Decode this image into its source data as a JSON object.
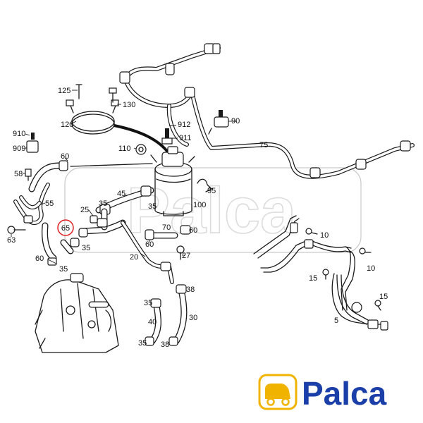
{
  "diagram": {
    "callouts": [
      {
        "id": "c125",
        "label": "125"
      },
      {
        "id": "c130",
        "label": "130"
      },
      {
        "id": "c120",
        "label": "120"
      },
      {
        "id": "c910",
        "label": "910"
      },
      {
        "id": "c909",
        "label": "909"
      },
      {
        "id": "c58",
        "label": "58"
      },
      {
        "id": "c60a",
        "label": "60"
      },
      {
        "id": "c110",
        "label": "110"
      },
      {
        "id": "c912",
        "label": "912"
      },
      {
        "id": "c911",
        "label": "911"
      },
      {
        "id": "c90",
        "label": "90"
      },
      {
        "id": "c75",
        "label": "75"
      },
      {
        "id": "c95",
        "label": "95"
      },
      {
        "id": "c100",
        "label": "100"
      },
      {
        "id": "c45",
        "label": "45"
      },
      {
        "id": "c35a",
        "label": "35"
      },
      {
        "id": "c35b",
        "label": "35"
      },
      {
        "id": "c25",
        "label": "25"
      },
      {
        "id": "c55",
        "label": "55"
      },
      {
        "id": "c63",
        "label": "63"
      },
      {
        "id": "c65",
        "label": "65"
      },
      {
        "id": "c35c",
        "label": "35"
      },
      {
        "id": "c60b",
        "label": "60"
      },
      {
        "id": "c35d",
        "label": "35"
      },
      {
        "id": "c70",
        "label": "70"
      },
      {
        "id": "c60c",
        "label": "60"
      },
      {
        "id": "c60d",
        "label": "60"
      },
      {
        "id": "c20",
        "label": "20"
      },
      {
        "id": "c27",
        "label": "27"
      },
      {
        "id": "c38a",
        "label": "38"
      },
      {
        "id": "c35e",
        "label": "35"
      },
      {
        "id": "c30",
        "label": "30"
      },
      {
        "id": "c40",
        "label": "40"
      },
      {
        "id": "c35f",
        "label": "35"
      },
      {
        "id": "c38b",
        "label": "38"
      },
      {
        "id": "c10a",
        "label": "10"
      },
      {
        "id": "c10b",
        "label": "10"
      },
      {
        "id": "c15a",
        "label": "15"
      },
      {
        "id": "c15b",
        "label": "15"
      },
      {
        "id": "c5",
        "label": "5"
      }
    ],
    "highlighted_callout": "65"
  },
  "logo": {
    "text": "Palca",
    "color": "#1a3fa8",
    "accent": "#f0b400"
  },
  "watermark": {
    "text": "Palca"
  }
}
